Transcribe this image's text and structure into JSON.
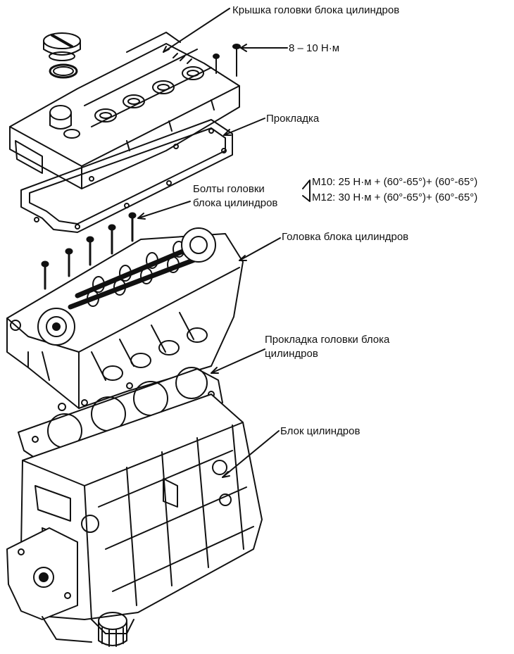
{
  "labels": {
    "valve_cover": "Крышка головки блока цилиндров",
    "torque_cover": "8 – 10 Н·м",
    "gasket": "Прокладка",
    "head_bolts_line1": "Болты головки",
    "head_bolts_line2": "блока цилиндров",
    "torque_m10": "M10: 25 Н·м + (60°-65°)+ (60°-65°)",
    "torque_m12": "M12: 30 Н·м + (60°-65°)+ (60°-65°)",
    "cylinder_head": "Головка блока цилиндров",
    "head_gasket_line1": "Прокладка головки блока",
    "head_gasket_line2": "цилиндров",
    "cylinder_block": "Блок цилиндров"
  },
  "colors": {
    "ink": "#111111",
    "paper": "#ffffff"
  }
}
